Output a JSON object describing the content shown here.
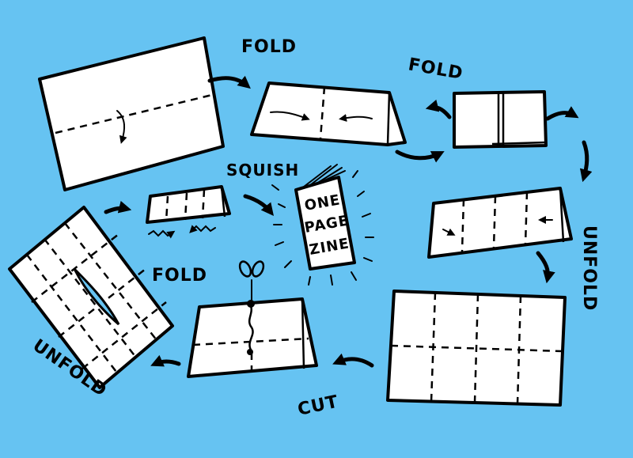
{
  "background": "#66C3F2",
  "labels": {
    "fold_top_left": "FOLD",
    "fold_top_right": "FOLD",
    "squish": "SQUISH",
    "fold_middle": "FOLD",
    "unfold_right": "UNFOLD",
    "unfold_left": "UNFOLD",
    "cut": "CUT"
  },
  "zine_title": {
    "line1": "ONE",
    "line2": "PAGE",
    "line3": "ZINE"
  }
}
